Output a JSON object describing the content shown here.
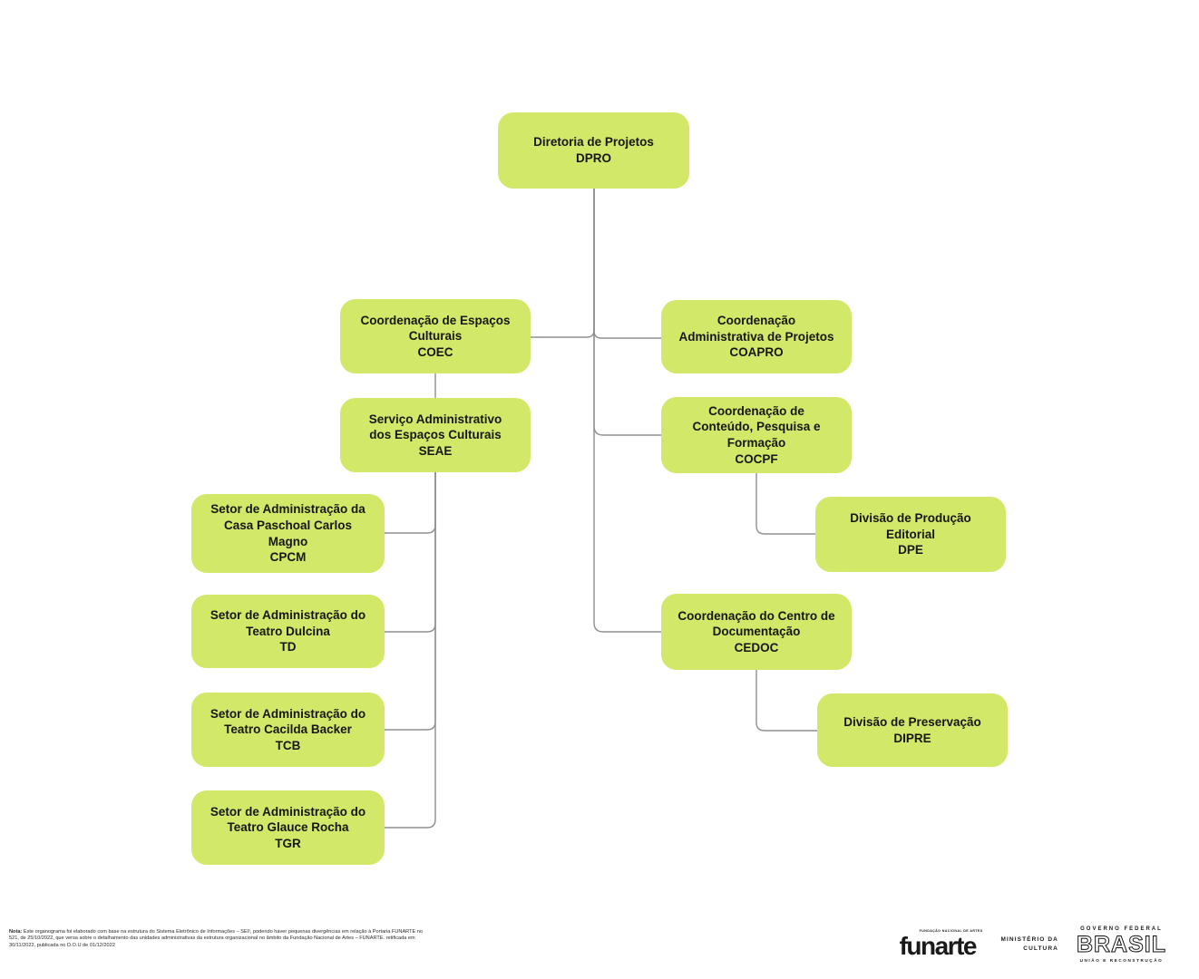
{
  "chart": {
    "type": "org-chart",
    "node_fill": "#d2e868",
    "connector_color": "#8f8f8f",
    "nodes": [
      {
        "id": "dpro",
        "name": "Diretoria de Projetos",
        "sigla": "DPRO"
      },
      {
        "id": "coec",
        "name": "Coordenação de Espaços\nCulturais",
        "sigla": "COEC"
      },
      {
        "id": "coapro",
        "name": "Coordenação\nAdministrativa de Projetos",
        "sigla": "COAPRO"
      },
      {
        "id": "seae",
        "name": "Serviço Administrativo\ndos Espaços Culturais",
        "sigla": "SEAE"
      },
      {
        "id": "cocpf",
        "name": "Coordenação de\nConteúdo, Pesquisa e\nFormação",
        "sigla": "COCPF"
      },
      {
        "id": "cpcm",
        "name": "Setor de Administração da\nCasa Paschoal Carlos\nMagno",
        "sigla": "CPCM"
      },
      {
        "id": "dpe",
        "name": "Divisão de Produção\nEditorial",
        "sigla": "DPE"
      },
      {
        "id": "td",
        "name": "Setor de Administração do\nTeatro Dulcina",
        "sigla": "TD"
      },
      {
        "id": "cedoc",
        "name": "Coordenação do Centro de\nDocumentação",
        "sigla": "CEDOC"
      },
      {
        "id": "tcb",
        "name": "Setor de Administração do\nTeatro Cacilda Backer",
        "sigla": "TCB"
      },
      {
        "id": "dipre",
        "name": "Divisão de Preservação",
        "sigla": "DIPRE"
      },
      {
        "id": "tgr",
        "name": "Setor de Administração do\nTeatro Glauce Rocha",
        "sigla": "TGR"
      }
    ]
  },
  "note": {
    "label": "Nota:",
    "text": " Este organograma foi elaborado com base na estrutura do Sistema Eletrônico de Informações – SEI!, podendo haver pequenas divergências em relação à Portaria FUNARTE no 521, de 25/10/2022, que versa sobre o detalhamento das unidades administrativas da estrutura organizacional no âmbito da Fundação Nacional de Artes – FUNARTE. retificada em 30/11/2022, publicada no D.O.U de 01/12/2022"
  },
  "footer_logos": {
    "funarte_caption": "FUNDAÇÃO NACIONAL DE ARTES",
    "funarte_wordmark": "funarte",
    "ministerio_line1": "MINISTÉRIO DA",
    "ministerio_line2": "CULTURA",
    "governo_header": "GOVERNO FEDERAL",
    "governo_wordmark": "BRASIL",
    "governo_tagline": "UNIÃO E RECONSTRUÇÃO"
  }
}
